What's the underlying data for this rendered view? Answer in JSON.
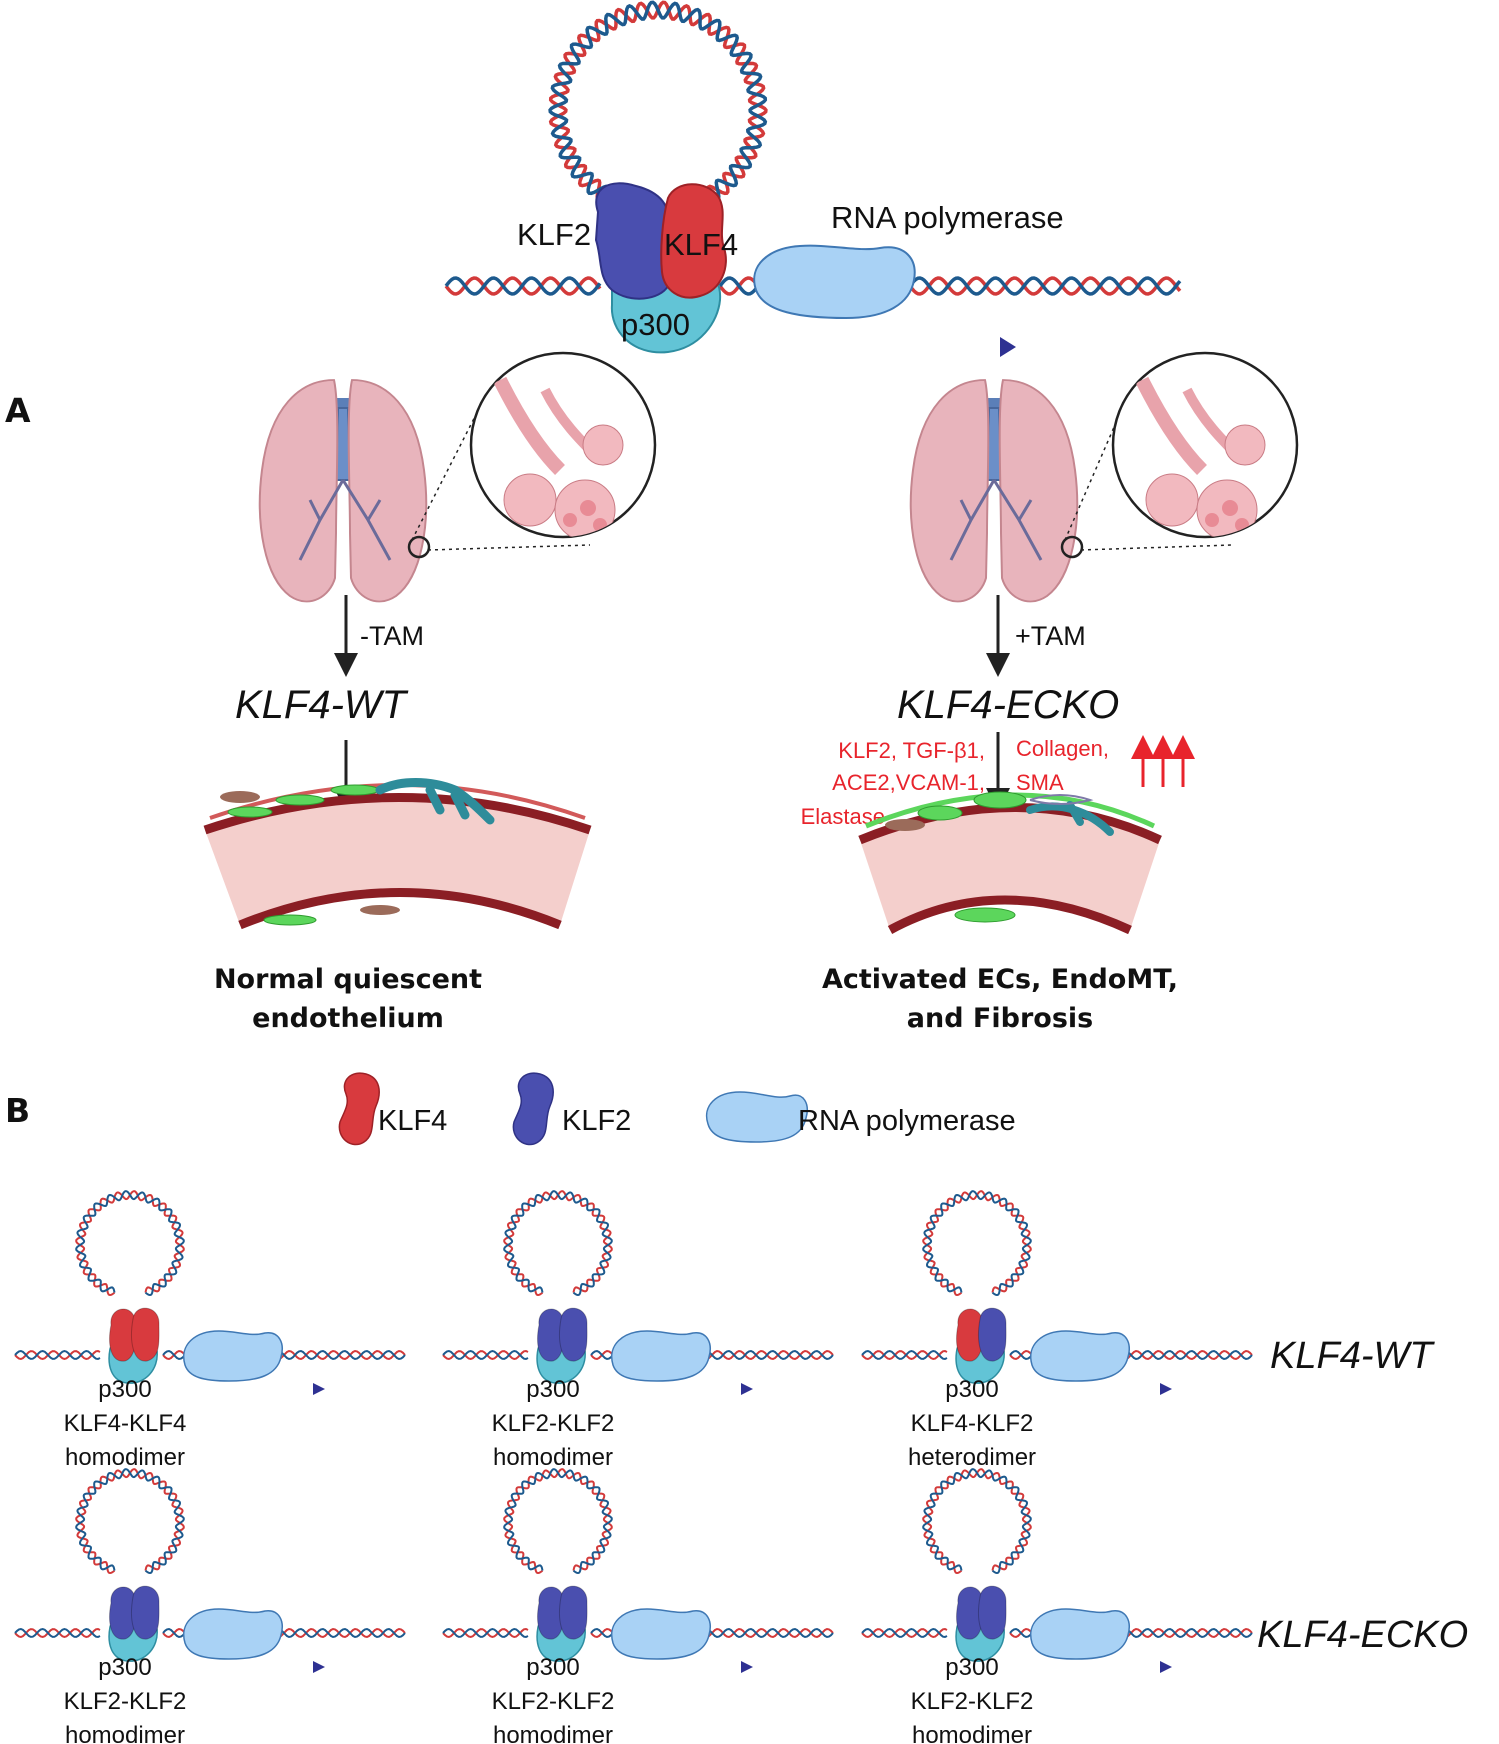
{
  "top_complex": {
    "klf2_label": "KLF2",
    "klf4_label": "KLF4",
    "p300_label": "p300",
    "rna_pol_label": "RNA polymerase"
  },
  "panel_a": {
    "letter": "A",
    "left": {
      "treatment": "-TAM",
      "genotype": "KLF4-WT",
      "outcome_line1": "Normal quiescent",
      "outcome_line2": "endothelium"
    },
    "right": {
      "treatment": "+TAM",
      "genotype": "KLF4-ECKO",
      "down_line1": "KLF2, TGF-β1,",
      "down_line2": "ACE2,VCAM-1,",
      "down_line3": "Elastase",
      "up_line1": "Collagen,",
      "up_line2": "SMA",
      "outcome_line1": "Activated ECs, EndoMT,",
      "outcome_line2": "and Fibrosis"
    }
  },
  "panel_b": {
    "letter": "B",
    "legend": {
      "klf4": "KLF4",
      "klf2": "KLF2",
      "rna_pol": "RNA polymerase"
    },
    "row_labels": {
      "wt": "KLF4-WT",
      "ecko": "KLF4-ECKO"
    },
    "complexes": [
      {
        "p300": "p300",
        "line1": "KLF4-KLF4",
        "line2": "homodimer",
        "left": "klf4",
        "right": "klf4"
      },
      {
        "p300": "p300",
        "line1": "KLF2-KLF2",
        "line2": "homodimer",
        "left": "klf2",
        "right": "klf2"
      },
      {
        "p300": "p300",
        "line1": "KLF4-KLF2",
        "line2": "heterodimer",
        "left": "klf4",
        "right": "klf2"
      },
      {
        "p300": "p300",
        "line1": "KLF2-KLF2",
        "line2": "homodimer",
        "left": "klf2",
        "right": "klf2"
      },
      {
        "p300": "p300",
        "line1": "KLF2-KLF2",
        "line2": "homodimer",
        "left": "klf2",
        "right": "klf2"
      },
      {
        "p300": "p300",
        "line1": "KLF2-KLF2",
        "line2": "homodimer",
        "left": "klf2",
        "right": "klf2"
      }
    ]
  },
  "colors": {
    "klf4": "#d83a3e",
    "klf2": "#4a4faf",
    "p300": "#62c4d6",
    "rna_pol": "#a9d2f5",
    "dna_red": "#d33a3a",
    "dna_blue": "#1d5a8e",
    "highlight_red": "#e8242c",
    "arrow_navy": "#2e3192"
  }
}
